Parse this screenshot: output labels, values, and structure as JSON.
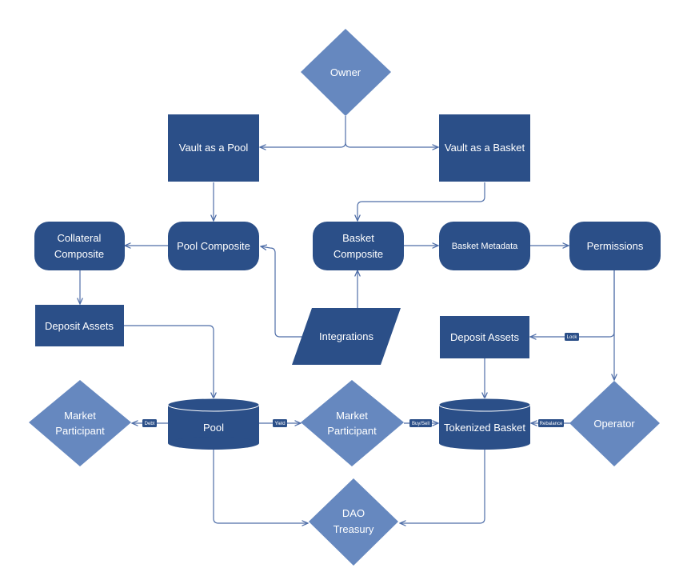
{
  "colors": {
    "dark_node": "#2b4f88",
    "light_node": "#6688bf",
    "edge": "#4f6ea8",
    "edge_label_bg": "#2b4f88"
  },
  "nodes": {
    "owner": "Owner",
    "vault_pool": "Vault as a Pool",
    "vault_basket": "Vault as a Basket",
    "collateral_composite_line1": "Collateral",
    "collateral_composite_line2": "Composite",
    "pool_composite": "Pool Composite",
    "basket_composite_line1": "Basket",
    "basket_composite_line2": "Composite",
    "basket_metadata": "Basket Metadata",
    "permissions": "Permissions",
    "deposit_assets_left": "Deposit Assets",
    "integrations": "Integrations",
    "deposit_assets_right": "Deposit Assets",
    "market_participant_left_line1": "Market",
    "market_participant_left_line2": "Participant",
    "pool": "Pool",
    "market_participant_mid_line1": "Market",
    "market_participant_mid_line2": "Participant",
    "tokenized_basket": "Tokenized Basket",
    "operator": "Operator",
    "dao_treasury_line1": "DAO",
    "dao_treasury_line2": "Treasury"
  },
  "edge_labels": {
    "debt": "Debt",
    "yield": "Yield",
    "buy_sell": "Buy/Sell",
    "rebalance": "Rebalance",
    "lock": "Lock"
  }
}
